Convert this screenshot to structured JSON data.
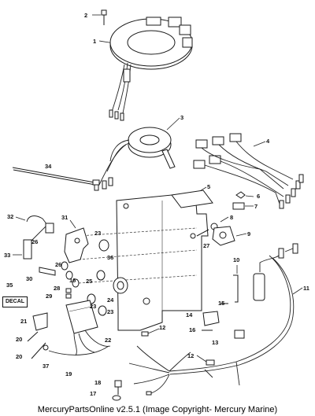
{
  "callouts": [
    {
      "id": "2",
      "label": "2"
    },
    {
      "id": "1",
      "label": "1"
    },
    {
      "id": "3",
      "label": "3"
    },
    {
      "id": "4",
      "label": "4"
    },
    {
      "id": "34",
      "label": "34"
    },
    {
      "id": "5",
      "label": "5"
    },
    {
      "id": "6",
      "label": "6"
    },
    {
      "id": "7",
      "label": "7"
    },
    {
      "id": "8",
      "label": "8"
    },
    {
      "id": "9",
      "label": "9"
    },
    {
      "id": "32",
      "label": "32"
    },
    {
      "id": "31",
      "label": "31"
    },
    {
      "id": "23a",
      "label": "23"
    },
    {
      "id": "26a",
      "label": "26"
    },
    {
      "id": "27",
      "label": "27"
    },
    {
      "id": "10",
      "label": "10"
    },
    {
      "id": "33",
      "label": "33"
    },
    {
      "id": "36",
      "label": "36"
    },
    {
      "id": "26b",
      "label": "26"
    },
    {
      "id": "30",
      "label": "30"
    },
    {
      "id": "16",
      "label": "16"
    },
    {
      "id": "25",
      "label": "25"
    },
    {
      "id": "11",
      "label": "11"
    },
    {
      "id": "35",
      "label": "35"
    },
    {
      "id": "28",
      "label": "28"
    },
    {
      "id": "29",
      "label": "29"
    },
    {
      "id": "24",
      "label": "24"
    },
    {
      "id": "23b",
      "label": "23"
    },
    {
      "id": "15",
      "label": "15"
    },
    {
      "id": "23c",
      "label": "23"
    },
    {
      "id": "21",
      "label": "21"
    },
    {
      "id": "14",
      "label": "14"
    },
    {
      "id": "12a",
      "label": "12"
    },
    {
      "id": "16b",
      "label": "16"
    },
    {
      "id": "13",
      "label": "13"
    },
    {
      "id": "22",
      "label": "22"
    },
    {
      "id": "20a",
      "label": "20"
    },
    {
      "id": "20b",
      "label": "20"
    },
    {
      "id": "37",
      "label": "37"
    },
    {
      "id": "12b",
      "label": "12"
    },
    {
      "id": "19",
      "label": "19"
    },
    {
      "id": "18",
      "label": "18"
    },
    {
      "id": "17",
      "label": "17"
    }
  ],
  "decal_label": "DECAL",
  "copyright": "MercuryPartsOnline v2.5.1 (Image Copyright- Mercury Marine)"
}
